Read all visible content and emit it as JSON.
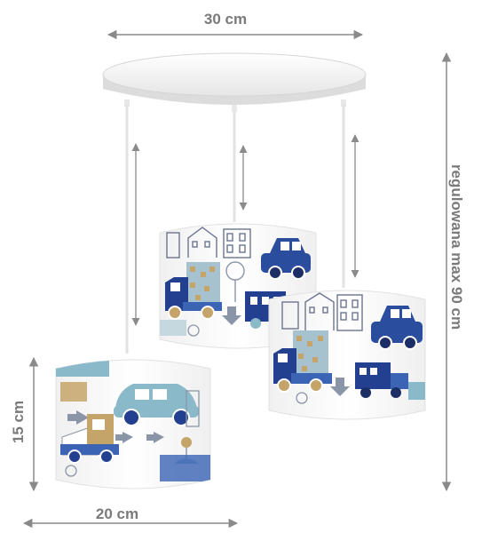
{
  "dimensions": {
    "top_width": "30 cm",
    "shade_height": "15 cm",
    "shade_width": "20 cm",
    "adjustable_height": "regulowana max 90 cm"
  },
  "colors": {
    "dimension_line": "#8a8a8a",
    "canopy": "#f4f4f4",
    "shade": "#fbfbfb",
    "navy": "#233f8f",
    "blue": "#3b64b4",
    "teal": "#8ab9c9",
    "tan": "#c5a46a",
    "grey": "#8a95a8"
  }
}
